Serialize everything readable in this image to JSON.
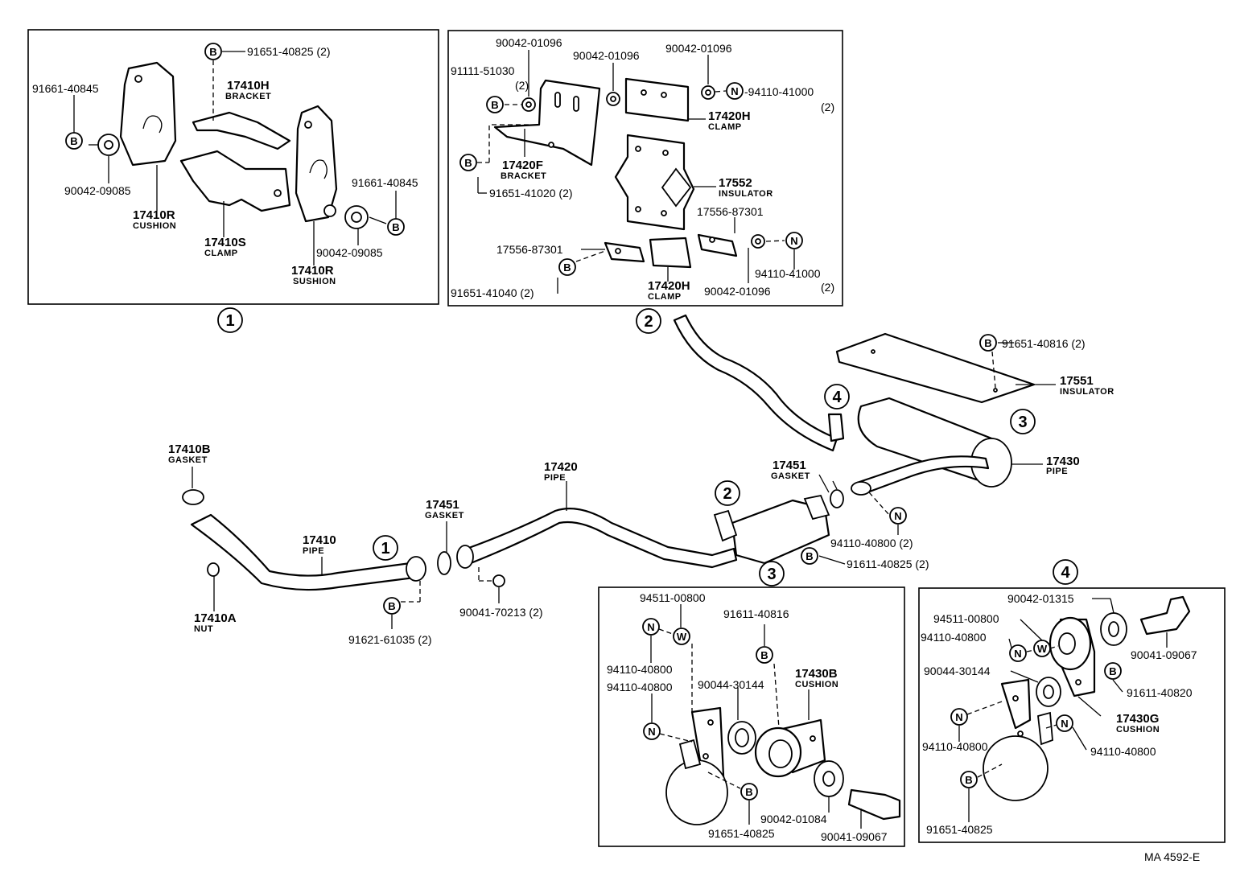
{
  "diagram_id": "MA 4592-E",
  "callouts": [
    "1",
    "2",
    "3",
    "4"
  ],
  "symbols": {
    "bolt": "B",
    "nut": "N",
    "washer": "W"
  },
  "panel1": {
    "p_91651_40825": "91651-40825 (2)",
    "p_17410H": "17410H",
    "n_bracket": "BRACKET",
    "p_91661_40845_left": "91661-40845",
    "p_90042_09085_left": "90042-09085",
    "p_17410R_1": "17410R",
    "n_cushion": "CUSHION",
    "p_17410S": "17410S",
    "n_clamp": "CLAMP",
    "p_91661_40845_right": "91661-40845",
    "p_90042_09085_right": "90042-09085",
    "p_17410R_2": "17410R",
    "n_sushion": "SUSHION"
  },
  "panel2": {
    "p_90042_01096_a": "90042-01096",
    "p_90042_01096_b": "90042-01096",
    "p_90042_01096_c": "90042-01096",
    "p_91111_51030": "91111-51030",
    "q_2a": "(2)",
    "p_94110_41000_a": "-94110-41000",
    "q_2b": "(2)",
    "p_17420H_a": "17420H",
    "n_clamp_a": "CLAMP",
    "p_17420F": "17420F",
    "n_bracket": "BRACKET",
    "p_91651_41020": "91651-41020 (2)",
    "p_17552": "17552",
    "n_insulator": "INSULATOR",
    "p_17556_87301_a": "17556-87301",
    "p_17556_87301_b": "17556-87301",
    "p_91651_41040": "91651-41040 (2)",
    "p_17420H_b": "17420H",
    "n_clamp_b": "CLAMP",
    "p_90042_01096_d": "90042-01096",
    "p_94110_41000_b": "94110-41000",
    "q_2c": "(2)"
  },
  "main": {
    "p_91651_40816": "91651-40816 (2)",
    "p_17551": "17551",
    "n_insulator": "INSULATOR",
    "p_17430": "17430",
    "n_pipe_17430": "PIPE",
    "p_17451_right": "17451",
    "n_gasket_right": "GASKET",
    "p_94110_40800": "94110-40800 (2)",
    "p_91611_40825": "91611-40825 (2)",
    "p_17420": "17420",
    "n_pipe_17420": "PIPE",
    "p_17451_left": "17451",
    "n_gasket_left": "GASKET",
    "p_90041_70213": "90041-70213 (2)",
    "p_17410B": "17410B",
    "n_gasket_17410B": "GASKET",
    "p_17410": "17410",
    "n_pipe_17410": "PIPE",
    "p_17410A": "17410A",
    "n_nut": "NUT",
    "p_91621_61035": "91621-61035 (2)"
  },
  "panel3": {
    "p_94511_00800": "94511-00800",
    "p_91611_40816": "91611-40816",
    "p_94110_40800_a": "94110-40800",
    "p_94110_40800_b": "94110-40800",
    "p_90044_30144": "90044-30144",
    "p_17430B": "17430B",
    "n_cushion": "CUSHION",
    "p_91651_40825": "91651-40825",
    "p_90042_01084": "90042-01084",
    "p_90041_09067": "90041-09067"
  },
  "panel4": {
    "p_90042_01315": "90042-01315",
    "p_94511_00800": "94511-00800",
    "p_94110_40800_a": "94110-40800",
    "p_90041_09067": "90041-09067",
    "p_90044_30144": "90044-30144",
    "p_91611_40820": "91611-40820",
    "p_17430G": "17430G",
    "n_cushion": "CUSHION",
    "p_94110_40800_b": "94110-40800",
    "p_94110_40800_c": "94110-40800",
    "p_91651_40825": "91651-40825"
  }
}
